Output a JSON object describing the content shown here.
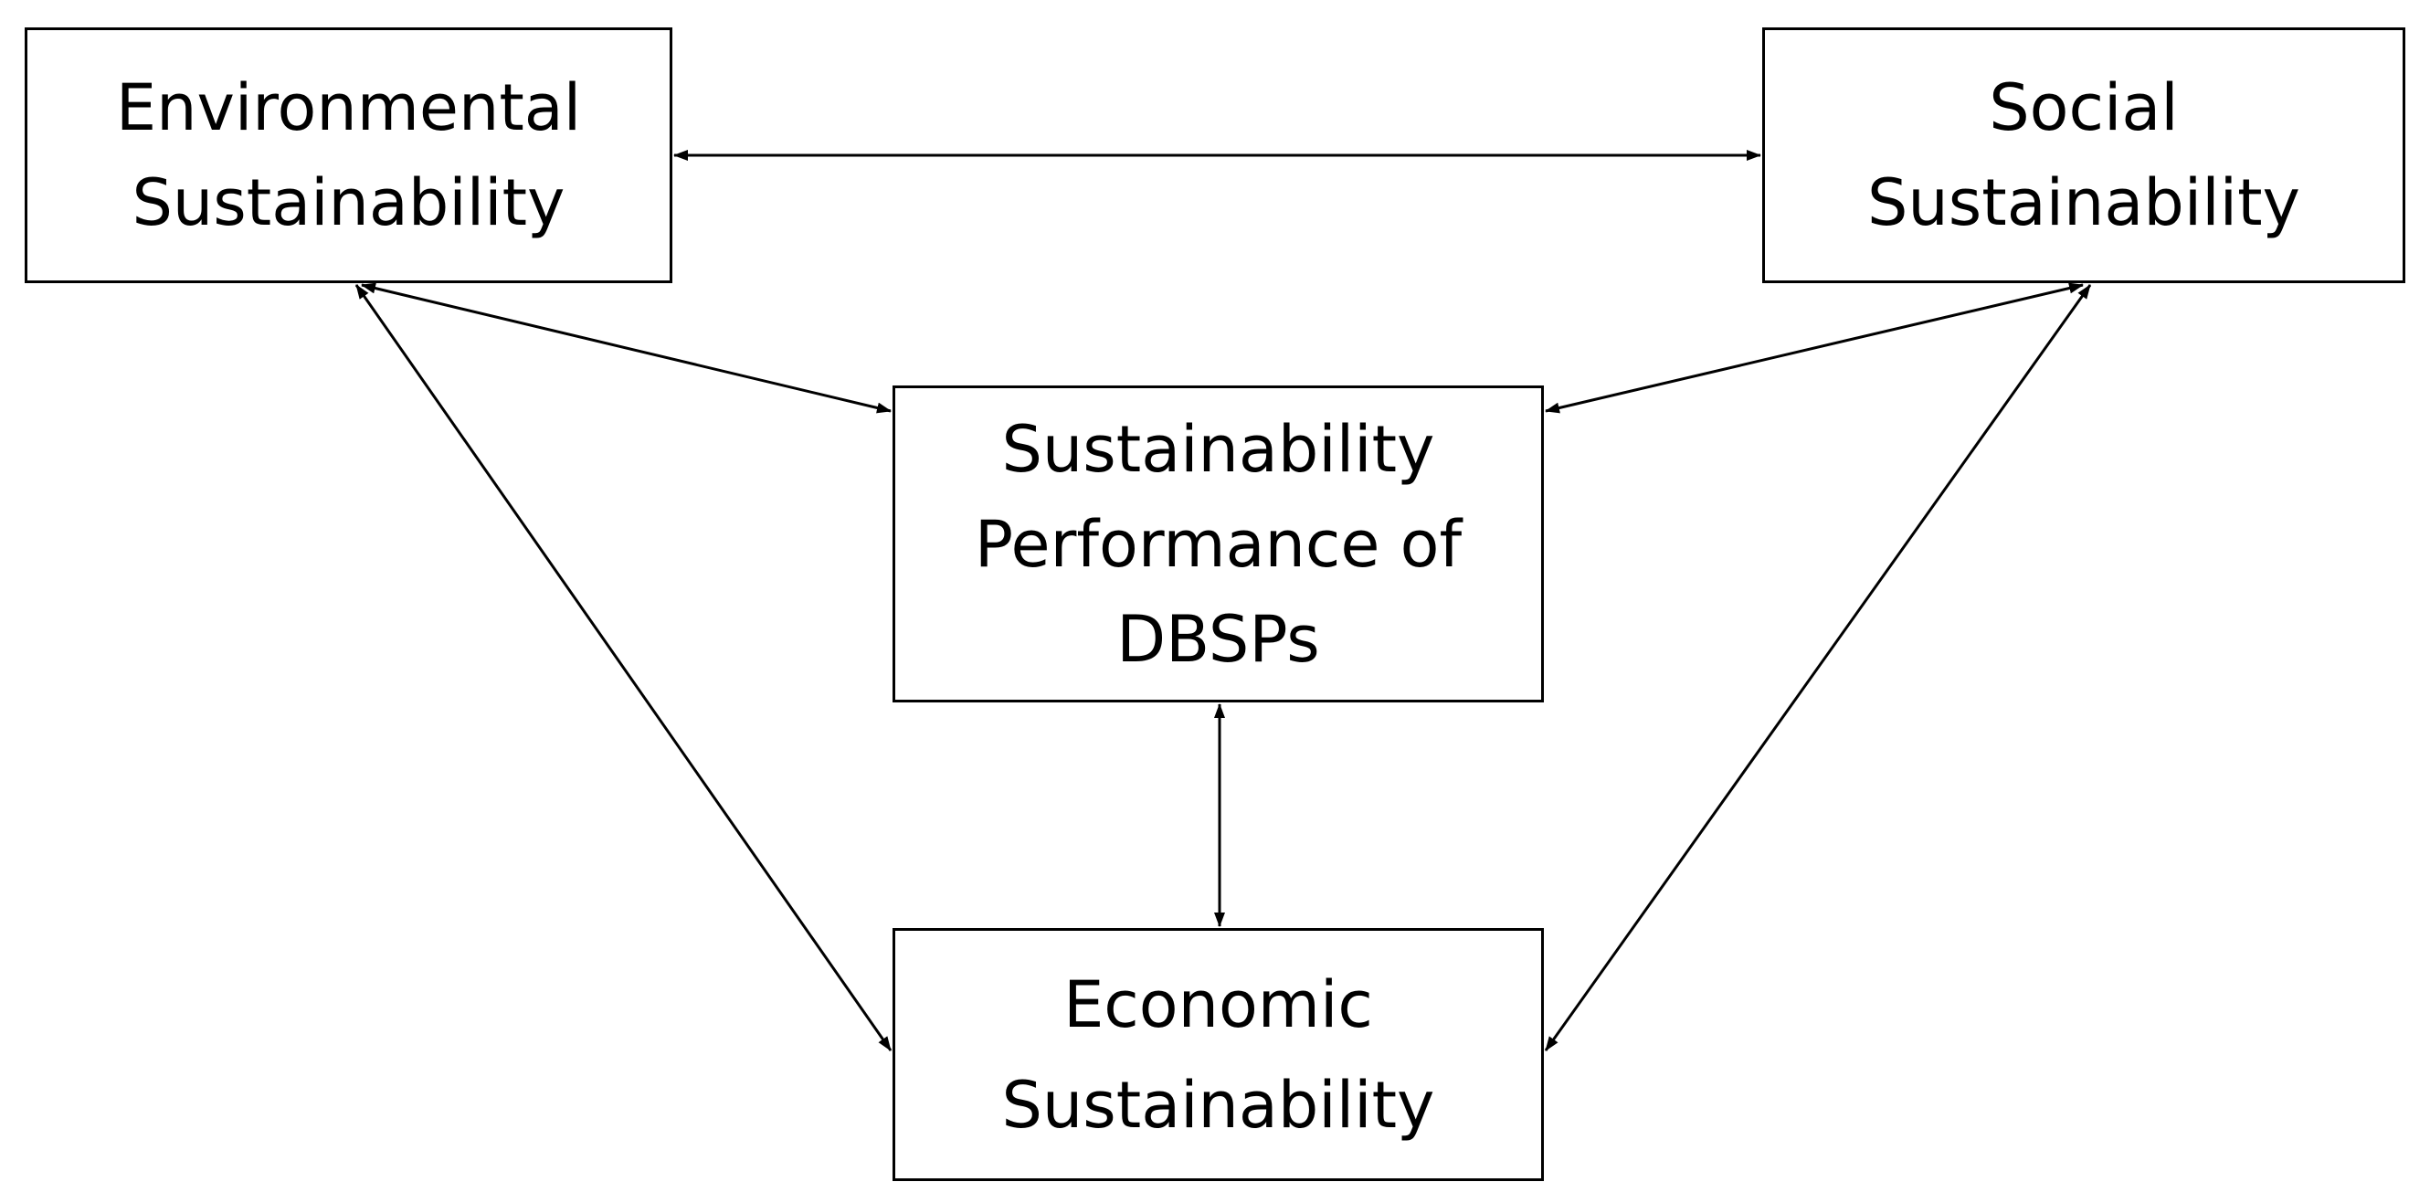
{
  "diagram": {
    "nodes": {
      "environmental": {
        "lines": [
          "Environmental",
          "Sustainability"
        ]
      },
      "social": {
        "lines": [
          "Social",
          "Sustainability"
        ]
      },
      "performance": {
        "lines": [
          "Sustainability",
          "Performance of",
          "DBSPs"
        ]
      },
      "economic": {
        "lines": [
          "Economic",
          "Sustainability"
        ]
      }
    },
    "connections": [
      {
        "from": "environmental",
        "to": "social",
        "arrows": "both"
      },
      {
        "from": "environmental",
        "to": "performance",
        "arrows": "both"
      },
      {
        "from": "social",
        "to": "performance",
        "arrows": "both"
      },
      {
        "from": "environmental",
        "to": "economic",
        "arrows": "both"
      },
      {
        "from": "social",
        "to": "economic",
        "arrows": "both"
      },
      {
        "from": "performance",
        "to": "economic",
        "arrows": "both"
      }
    ],
    "colors": {
      "stroke": "#000000",
      "background": "#ffffff"
    }
  }
}
